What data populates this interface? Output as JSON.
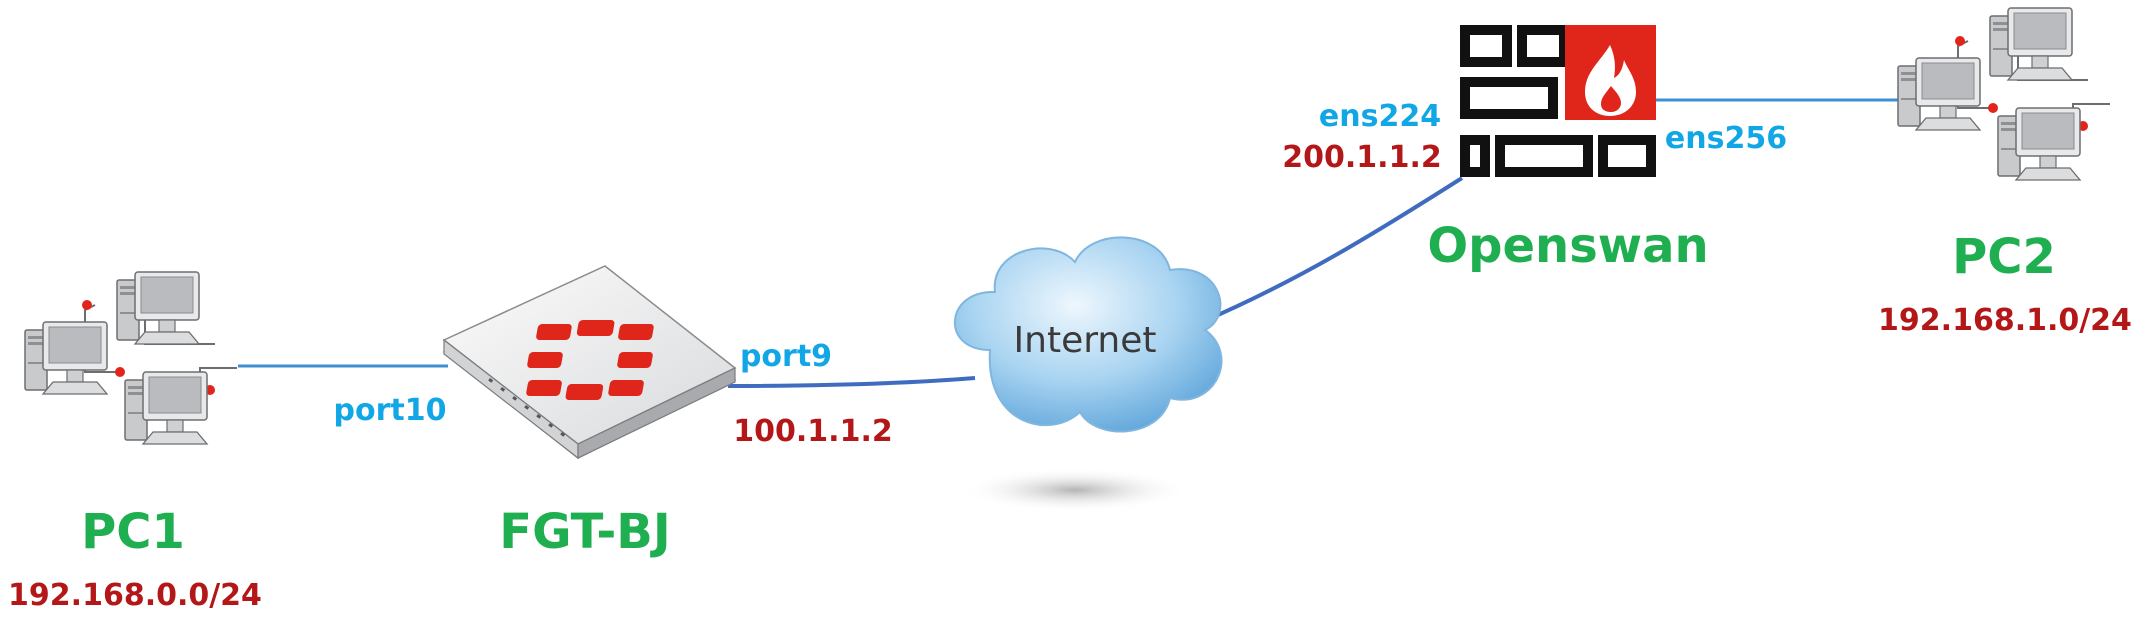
{
  "nodes": {
    "pc1": {
      "name": "PC1",
      "subnet": "192.168.0.0/24",
      "port": "port10"
    },
    "fgt": {
      "name": "FGT-BJ",
      "wan_port": "port9",
      "wan_ip": "100.1.1.2"
    },
    "internet": {
      "label": "Internet"
    },
    "openswan": {
      "name": "Openswan",
      "wan_port": "ens224",
      "wan_ip": "200.1.1.2",
      "lan_port": "ens256"
    },
    "pc2": {
      "name": "PC2",
      "subnet": "192.168.1.0/24"
    }
  },
  "colors": {
    "device_name": "#1faf50",
    "port_label": "#11a6e6",
    "ip_label": "#b31717",
    "link_lan": "#3d8fd1",
    "link_wan": "#3f6cc0",
    "firewall_flame_bg": "#e0251b",
    "fortinet_red": "#e0251b"
  },
  "icons": {
    "pc_group": "computer-cluster-icon",
    "fortigate": "fortigate-appliance-icon",
    "cloud": "cloud-icon",
    "firewall": "brick-firewall-icon"
  }
}
